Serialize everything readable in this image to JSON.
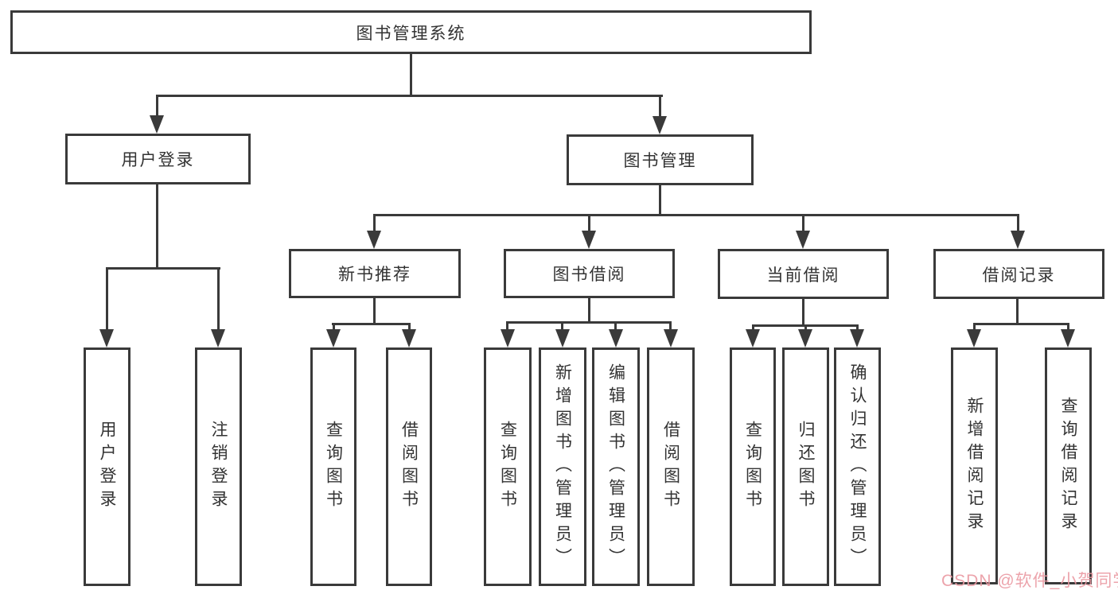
{
  "diagram": {
    "title": "图书管理系统",
    "branches": [
      {
        "label": "用户登录",
        "children": [
          {
            "label": "用户登录"
          },
          {
            "label": "注销登录"
          }
        ]
      },
      {
        "label": "图书管理",
        "children": [
          {
            "label": "新书推荐",
            "children": [
              {
                "label": "查询图书"
              },
              {
                "label": "借阅图书"
              }
            ]
          },
          {
            "label": "图书借阅",
            "children": [
              {
                "label": "查询图书"
              },
              {
                "label": "新增图书（管理员）"
              },
              {
                "label": "编辑图书（管理员）"
              },
              {
                "label": "借阅图书"
              }
            ]
          },
          {
            "label": "当前借阅",
            "children": [
              {
                "label": "查询图书"
              },
              {
                "label": "归还图书"
              },
              {
                "label": "确认归还（管理员）"
              }
            ]
          },
          {
            "label": "借阅记录",
            "children": [
              {
                "label": "新增借阅记录"
              },
              {
                "label": "查询借阅记录"
              }
            ]
          }
        ]
      }
    ]
  },
  "watermark": {
    "text": "CSDN @软件_小贺同学",
    "color": "#ea99a2"
  },
  "colors": {
    "line": "#3a3a3a",
    "text": "#333333",
    "background": "#ffffff"
  }
}
